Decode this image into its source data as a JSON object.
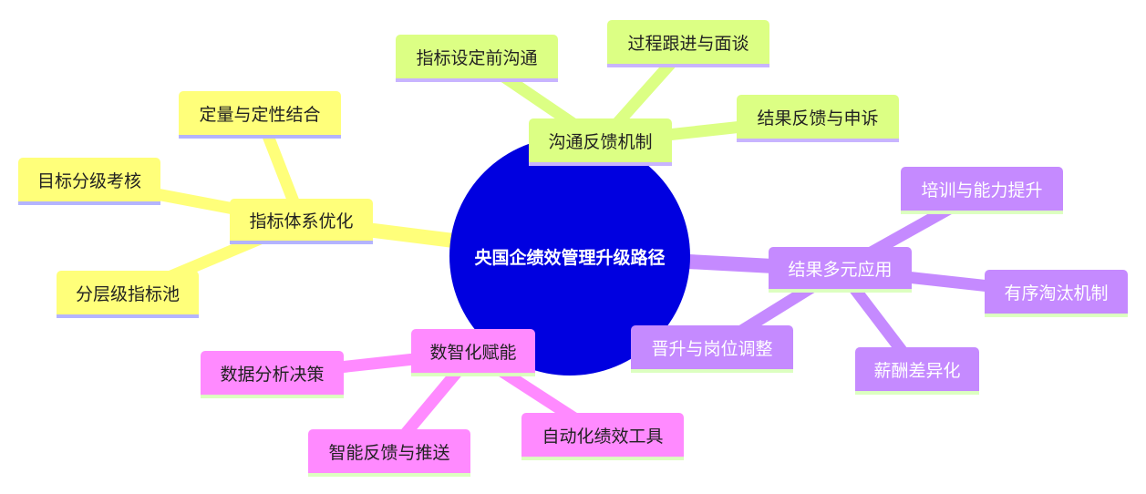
{
  "root": {
    "label": "央国企绩效管理升级路径",
    "color": "#0000e0"
  },
  "branches": [
    {
      "label": "指标体系优化",
      "color": "#ffff7a",
      "children": [
        "定量与定性结合",
        "目标分级考核",
        "分层级指标池"
      ]
    },
    {
      "label": "沟通反馈机制",
      "color": "#dcff84",
      "children": [
        "指标设定前沟通",
        "过程跟进与面谈",
        "结果反馈与申诉"
      ]
    },
    {
      "label": "结果多元应用",
      "color": "#c58aff",
      "children": [
        "培训与能力提升",
        "有序淘汰机制",
        "晋升与岗位调整",
        "薪酬差异化"
      ]
    },
    {
      "label": "数智化赋能",
      "color": "#ff8aff",
      "children": [
        "数据分析决策",
        "智能反馈与推送",
        "自动化绩效工具"
      ]
    }
  ]
}
